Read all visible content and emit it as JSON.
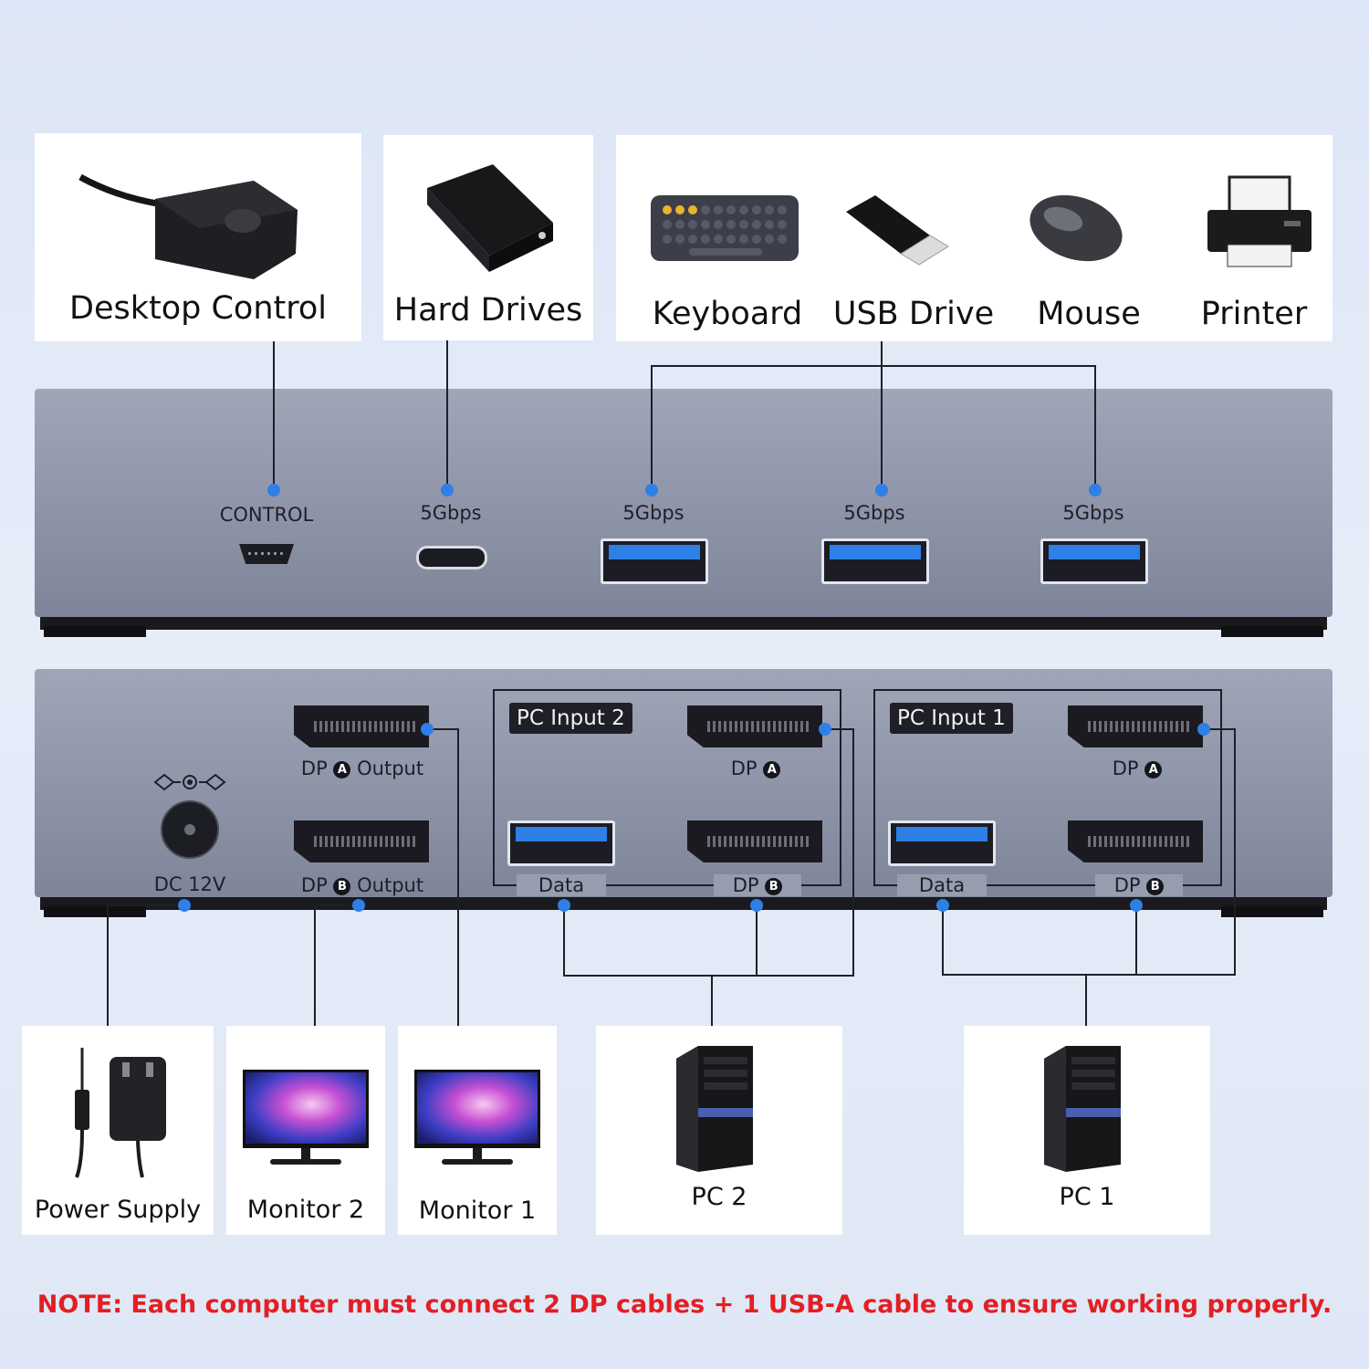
{
  "top_cards": {
    "desktop_control": "Desktop Control",
    "hard_drives": "Hard Drives",
    "keyboard": "Keyboard",
    "usb_drive": "USB Drive",
    "mouse": "Mouse",
    "printer": "Printer"
  },
  "front_panel": {
    "control": "CONTROL",
    "usb_c_speed": "5Gbps",
    "usb_a1_speed": "5Gbps",
    "usb_a2_speed": "5Gbps",
    "usb_a3_speed": "5Gbps"
  },
  "rear_panel": {
    "dc_label": "DC 12V",
    "dp_a_output_prefix": "DP",
    "dp_a_badge": "A",
    "dp_a_output_suffix": "Output",
    "dp_b_output_prefix": "DP",
    "dp_b_badge": "B",
    "dp_b_output_suffix": "Output",
    "pc_input_2": {
      "tag": "PC Input 2",
      "dp_a_prefix": "DP",
      "dp_a_badge": "A",
      "data": "Data",
      "dp_b_prefix": "DP",
      "dp_b_badge": "B"
    },
    "pc_input_1": {
      "tag": "PC Input 1",
      "dp_a_prefix": "DP",
      "dp_a_badge": "A",
      "data": "Data",
      "dp_b_prefix": "DP",
      "dp_b_badge": "B"
    }
  },
  "bottom_cards": {
    "power_supply": "Power Supply",
    "monitor_2": "Monitor 2",
    "monitor_1": "Monitor 1",
    "pc_2": "PC 2",
    "pc_1": "PC 1"
  },
  "note": "NOTE: Each computer must connect 2 DP cables + 1 USB-A cable to ensure working properly.",
  "colors": {
    "dot": "#2e7fe6",
    "note": "#e31f24",
    "usb_blue": "#2e7fe6"
  }
}
